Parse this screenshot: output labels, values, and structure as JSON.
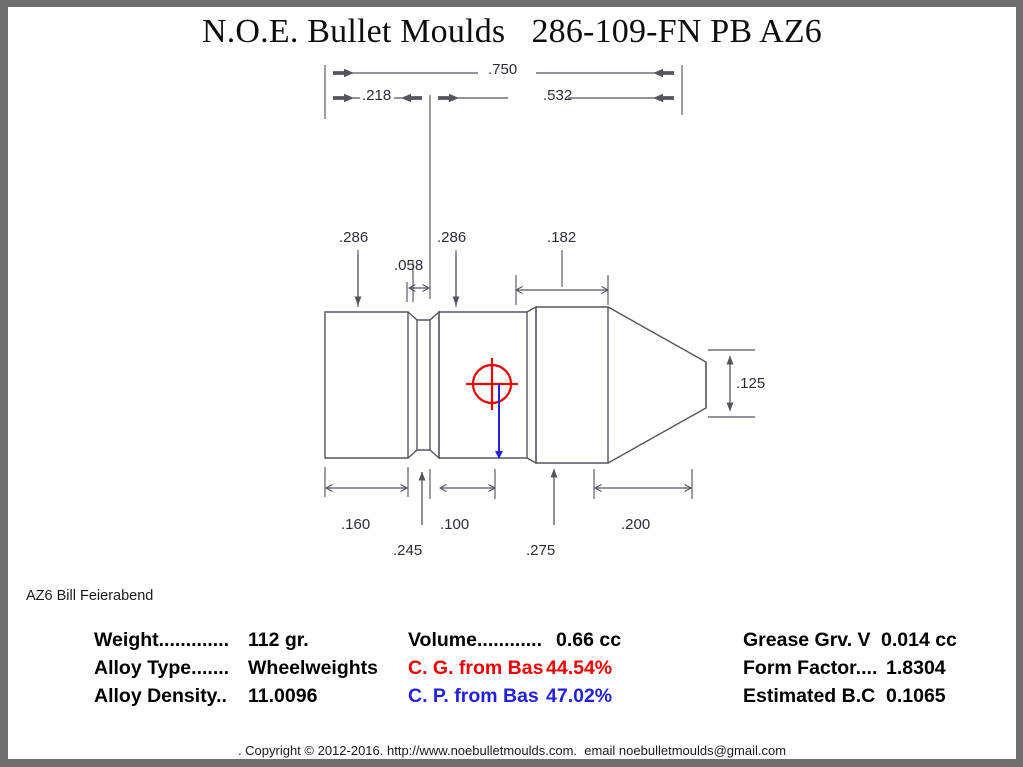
{
  "window": {
    "title": "N.O.E. Bullet Moulds   286-109-FN PB AZ6"
  },
  "header": {
    "brand": "N.O.E. Bullet Moulds",
    "model": "286-109-FN PB AZ6",
    "full": "N.O.E. Bullet Moulds   286-109-FN PB AZ6"
  },
  "dimensions": {
    "overall_length": ".750",
    "base_to_groove": ".218",
    "groove_to_nose": ".532",
    "base_band_dia": ".286",
    "groove_width": ".058",
    "drive_band_dia": ".286",
    "nose_band_len": ".182",
    "base_band_len": ".160",
    "front_band_len": ".245",
    "groove_len": ".100",
    "mid_len": ".275",
    "ogive_len": ".200",
    "nose_flat_dia": ".125"
  },
  "credit": {
    "text": "AZ6 Bill Feierabend"
  },
  "specs": {
    "rows": [
      {
        "left_label": "Weight.............",
        "left_value": "112 gr.",
        "mid_label": "Volume............",
        "mid_value": "0.66 cc",
        "mid_color": "#000000",
        "right_label": "Grease Grv. V",
        "right_value": "0.014 cc"
      },
      {
        "left_label": "Alloy Type.......",
        "left_value": "Wheelweights",
        "mid_label": "C. G. from Bas",
        "mid_value": "44.54%",
        "mid_color": "#ee0000",
        "right_label": "Form Factor....",
        "right_value": "1.8304"
      },
      {
        "left_label": "Alloy Density..",
        "left_value": "11.0096",
        "mid_label": "C. P. from Bas",
        "mid_value": "47.02%",
        "mid_color": "#2222dd",
        "right_label": "Estimated B.C",
        "right_value": "0.1065"
      }
    ]
  },
  "footer": {
    "text": ". Copyright © 2012-2016. http://www.noebulletmoulds.com.  email noebulletmoulds@gmail.com"
  },
  "markers": {
    "cg_color": "#ee0000",
    "cp_color": "#2222dd",
    "cg_name": "center-of-gravity",
    "cp_name": "center-of-pressure"
  },
  "colors": {
    "outline": "#555560",
    "dimension": "#555560",
    "text": "#1a1a1a",
    "window_border": "#6e6e6e",
    "sheet": "#ffffff"
  }
}
